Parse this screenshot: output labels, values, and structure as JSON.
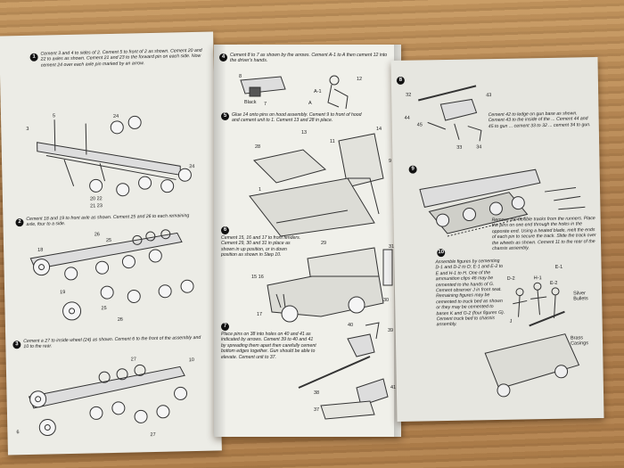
{
  "step1": {
    "number": "1",
    "text": "Cement 3 and 4 to sides of 2. Cement 5 to front of 2 as shown. Cement 20 and 22 to axles as shown. Cement 21 and 23 to the forward pin on each side. Now cement 24 over each axle pin marked by an arrow.",
    "labels": [
      "3",
      "5",
      "24",
      "24",
      "20 22",
      "21 23"
    ]
  },
  "step2": {
    "number": "2",
    "text": "Cement 18 and 19 to front axle as shown. Cement 25 and 26 to each remaining axle, four to a side.",
    "labels": [
      "18",
      "26",
      "25",
      "19",
      "25",
      "26"
    ]
  },
  "step3": {
    "number": "3",
    "text": "Cement a 27 to inside wheel (24) as shown. Cement 6 to the front of the assembly and 10 to the rear.",
    "labels": [
      "6",
      "10",
      "27",
      "27"
    ]
  },
  "step4": {
    "number": "4",
    "text": "Cement 8 to 7 as shown by the arrows. Cement A-1 to A then cement 12 into the driver's hands.",
    "labels": [
      "A-1",
      "12",
      "A",
      "8",
      "Black",
      "7"
    ]
  },
  "step5": {
    "number": "5",
    "text": "Glue 14 onto pins on hood assembly. Cement 9 to front of hood and cement unit to 1. Cement 13 and 28 in place.",
    "labels": [
      "13",
      "14",
      "28",
      "9",
      "11",
      "1"
    ]
  },
  "step6": {
    "number": "6",
    "text": "Cement 15, 16 and 17 to front fenders. Cement 29, 30 and 31 in place as shown in up position, or in down position as shown in Step 10.",
    "labels": [
      "29",
      "31",
      "15 16",
      "30",
      "17"
    ]
  },
  "step7": {
    "number": "7",
    "text": "Place pins on 38 into holes on 40 and 41 as indicated by arrows. Cement 39 to 40 and 41 by spreading them apart then carefully cement bottom edges together. Gun should be able to elevate. Cement unit to 37.",
    "labels": [
      "40",
      "39",
      "38",
      "41",
      "37"
    ]
  },
  "step8": {
    "number": "8",
    "text": "Cement 42 to ledge on gun base as shown. Cement 43 to the inside of the ... Cement 44 and 45 to gun ... cement 33 to 32 ... cement 34 to gun.",
    "labels": [
      "32",
      "43",
      "44",
      "45",
      "33",
      "34"
    ]
  },
  "step9": {
    "number": "9",
    "text": "Remove the flexible tracks from the runners. Place the pins on one end through the holes in the opposite end. Using a heated blade, melt the ends of each pin to secure the track. Slide the track over the wheels as shown. Cement 11 to the rear of the chassis assembly."
  },
  "step10": {
    "number": "10",
    "text": "Assemble figures by cementing D-1 and D-2 to D; E-1 and E-2 to E and H-1 to H. One of the ammunition clips 46 may be cemented to the hands of G. Cement observer J in front seat. Remaining figures may be cemented to truck bed as shown or they may be cemented to bases K and G-2 (four figures G). Cement truck bed to chassis assembly.",
    "labels": [
      "D-2",
      "E-1",
      "E-2",
      "H-1",
      "Silver Bullets",
      "Brass Casings",
      "J"
    ]
  }
}
